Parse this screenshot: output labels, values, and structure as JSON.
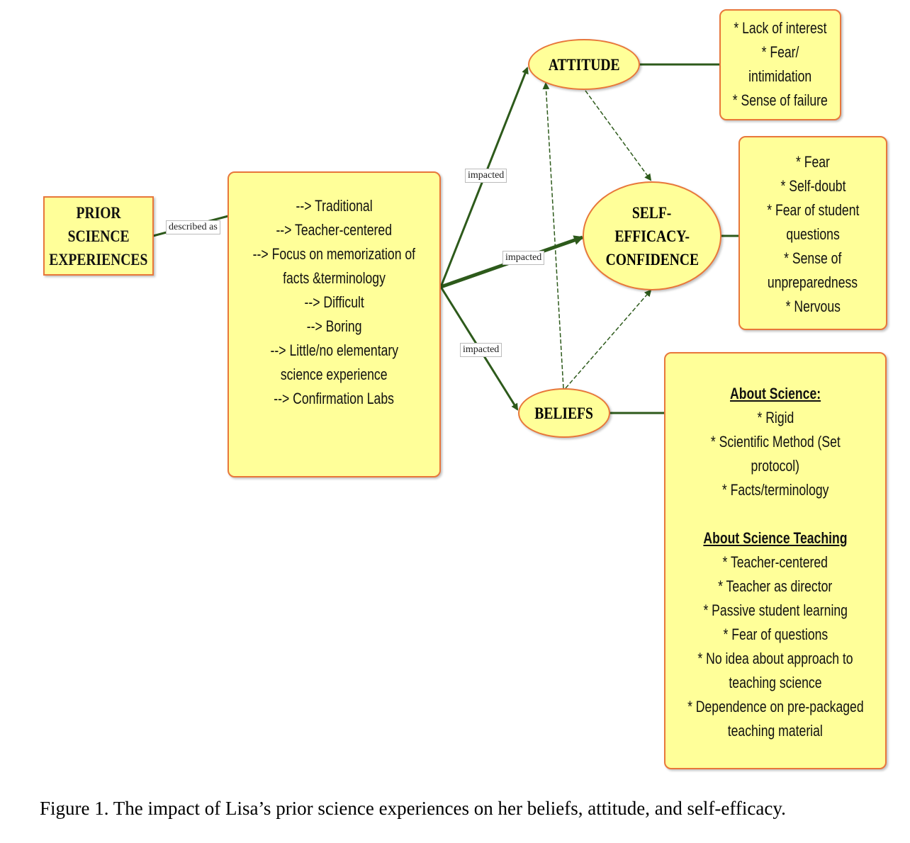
{
  "nodes": {
    "prior": {
      "lines": [
        "PRIOR",
        "SCIENCE",
        "EXPERIENCES"
      ]
    },
    "description": {
      "lines": [
        "--> Traditional",
        "--> Teacher-centered",
        "--> Focus on memorization of",
        "facts &terminology",
        "--> Difficult",
        "--> Boring",
        "-->  Little/no elementary",
        "science experience",
        "-->  Confirmation Labs"
      ]
    },
    "attitude": {
      "label": "ATTITUDE"
    },
    "self_efficacy": {
      "lines": [
        "SELF-",
        "EFFICACY-",
        "CONFIDENCE"
      ]
    },
    "beliefs": {
      "label": "BELIEFS"
    },
    "attitude_details": {
      "lines": [
        "* Lack of interest",
        "* Fear/",
        "intimidation",
        "* Sense of failure"
      ]
    },
    "efficacy_details": {
      "lines": [
        "* Fear",
        "* Self-doubt",
        "* Fear of student",
        "questions",
        "* Sense of",
        "unpreparedness",
        "* Nervous"
      ]
    },
    "beliefs_details": {
      "heading1": "About Science:",
      "lines1": [
        "* Rigid",
        "* Scientific Method (Set",
        "protocol)",
        "* Facts/terminology"
      ],
      "heading2": "About Science Teaching",
      "lines2": [
        "* Teacher-centered",
        "* Teacher as director",
        "* Passive student learning",
        "* Fear of questions",
        "* No idea about approach to",
        "teaching science",
        "* Dependence on pre-packaged",
        "teaching material"
      ]
    }
  },
  "links": {
    "described_as": "described as",
    "impacted": "impacted"
  },
  "colors": {
    "box_fill": "#ffff99",
    "box_border": "#e8773a",
    "link": "#2d5a1b"
  },
  "caption": "Figure 1. The impact of Lisa’s prior science experiences on her beliefs, attitude, and self-efficacy."
}
